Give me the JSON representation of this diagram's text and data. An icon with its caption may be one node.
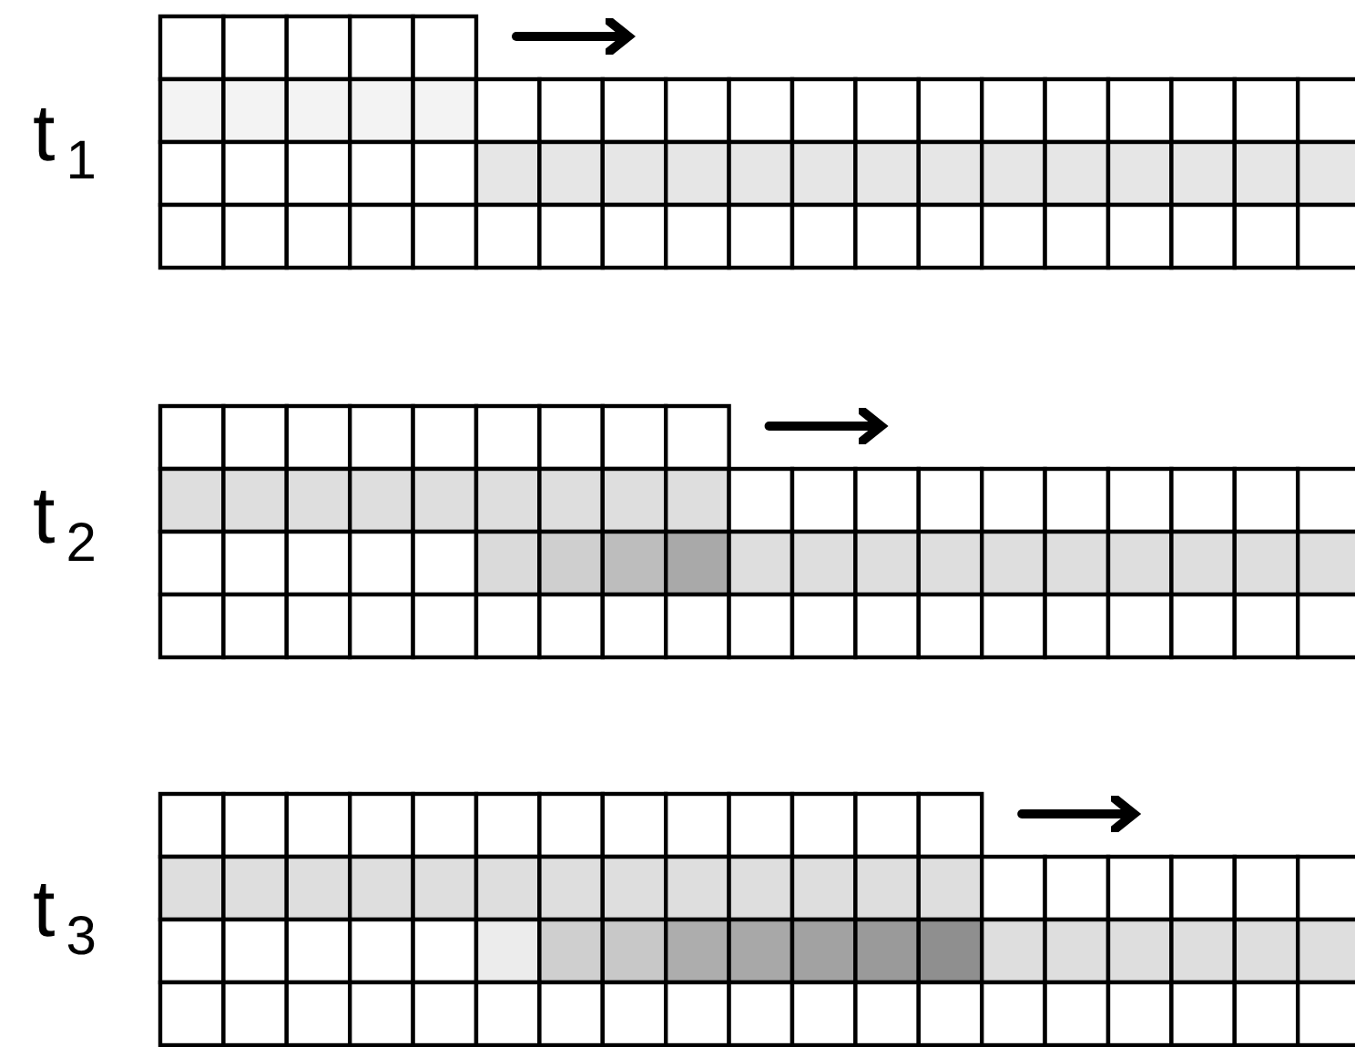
{
  "diagram": {
    "labels": [
      "t$_{1}$",
      "t$_{2}$",
      "t$_{3}$"
    ]
  }
}
